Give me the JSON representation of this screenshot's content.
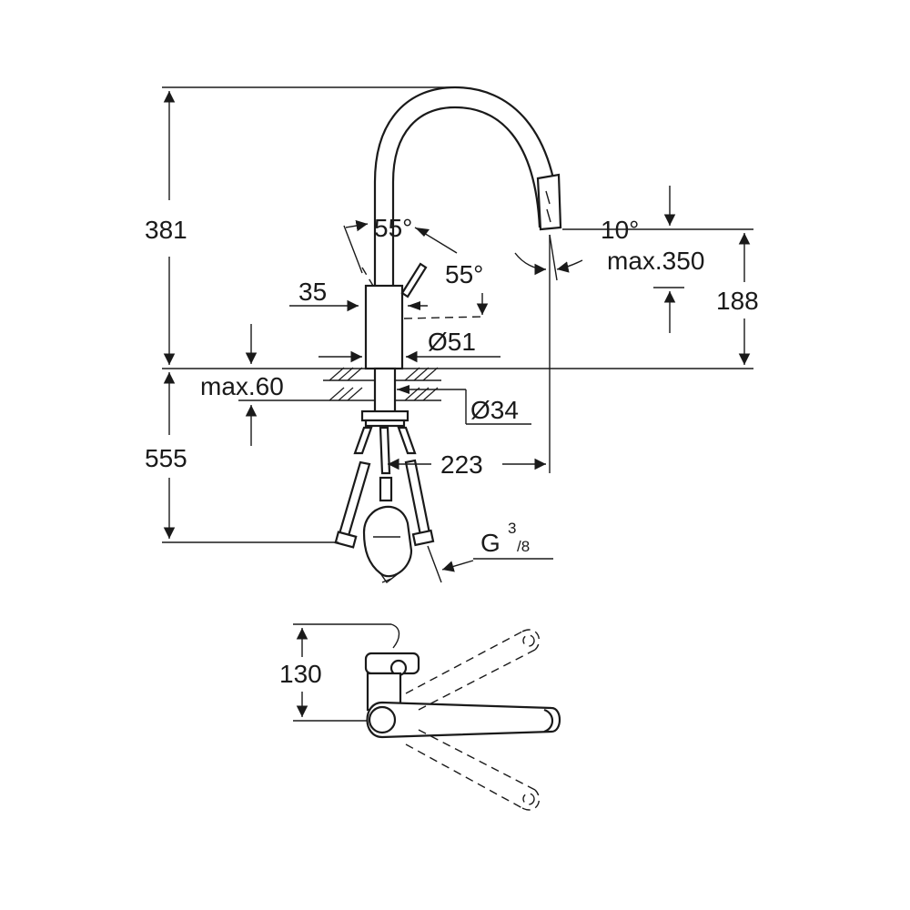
{
  "dimensions": {
    "total_height_above_deck": "381",
    "spout_angle_left": "55°",
    "spout_angle_right": "55°",
    "lever_offset": "35",
    "spout_tilt": "10°",
    "hose_pullout": "max.350",
    "outlet_height": "188",
    "body_diameter": "Ø51",
    "deck_thickness": "max.60",
    "hole_diameter": "Ø34",
    "under_deck_length": "555",
    "projection": "223",
    "connection_thread_main": "G",
    "connection_thread_num": "3",
    "connection_thread_den": "/8",
    "top_view_depth": "130"
  },
  "colors": {
    "line": "#1a1a1a",
    "background": "#ffffff"
  }
}
